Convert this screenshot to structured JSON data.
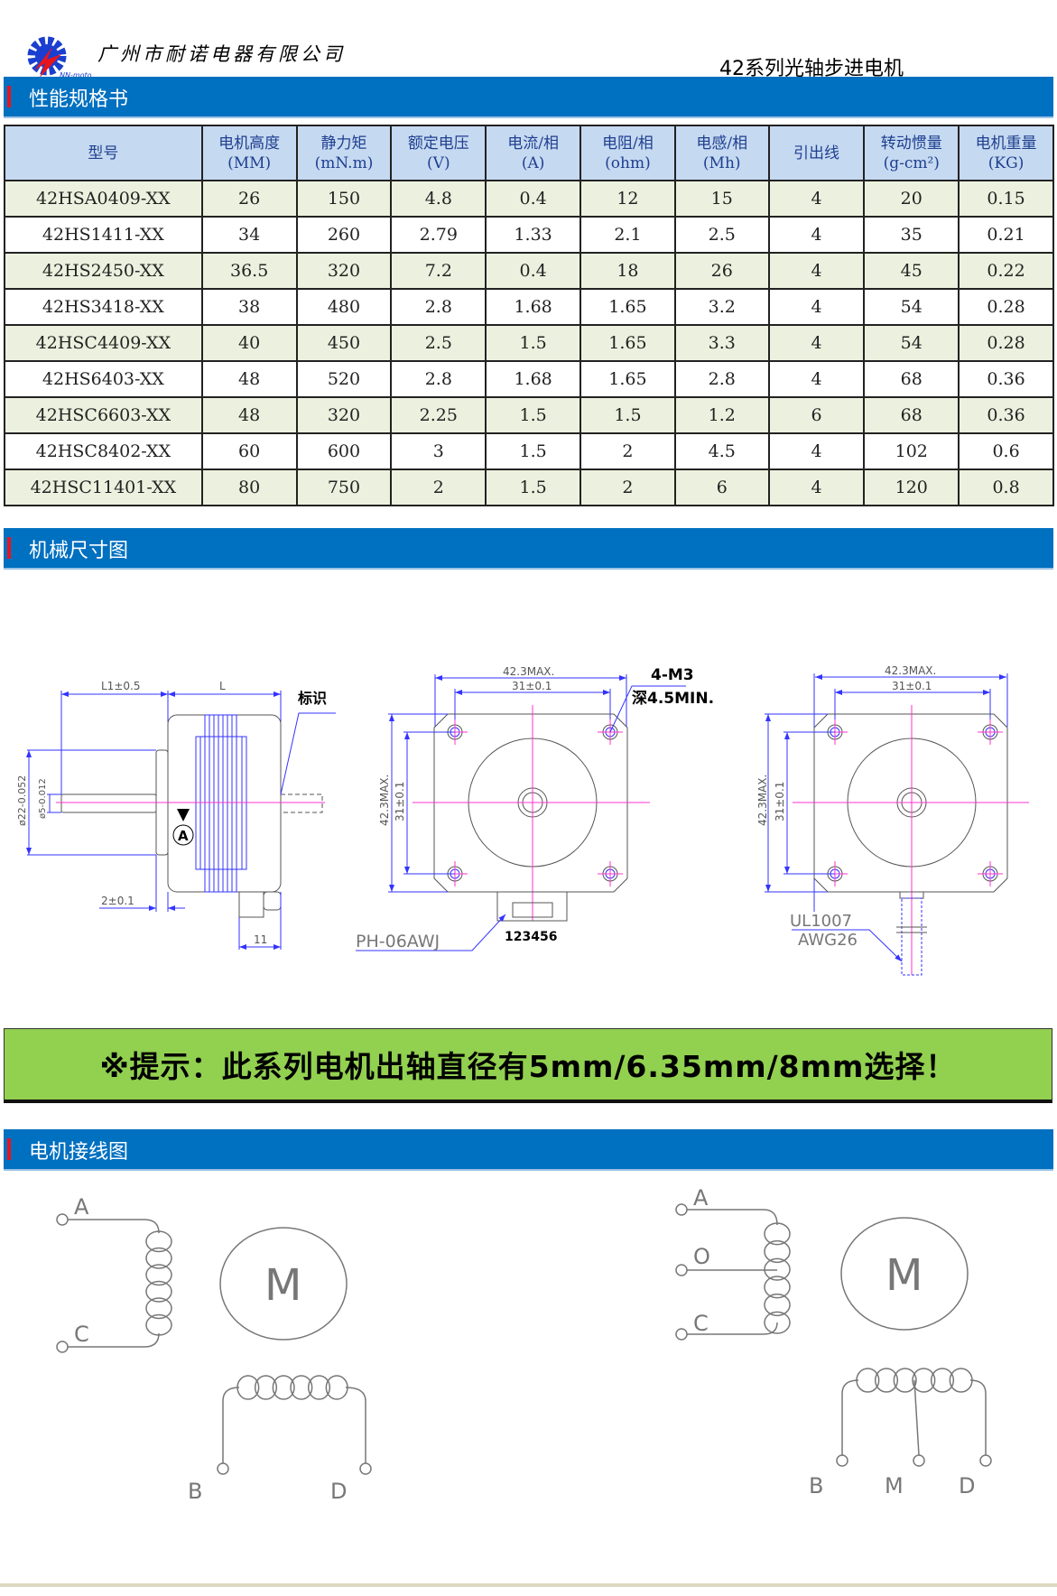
{
  "header": {
    "company": "广州市耐诺电器有限公司",
    "logo_text": "NN-motor",
    "product_title": "42系列光轴步进电机"
  },
  "sections": {
    "spec": "性能规格书",
    "dimensions": "机械尺寸图",
    "wiring": "电机接线图"
  },
  "table": {
    "headers": [
      {
        "l1": "型号",
        "l2": ""
      },
      {
        "l1": "电机高度",
        "l2": "(MM)"
      },
      {
        "l1": "静力矩",
        "l2": "(mN.m)"
      },
      {
        "l1": "额定电压",
        "l2": "(V)"
      },
      {
        "l1": "电流/相",
        "l2": "(A)"
      },
      {
        "l1": "电阻/相",
        "l2": "(ohm)"
      },
      {
        "l1": "电感/相",
        "l2": "(Mh)"
      },
      {
        "l1": "引出线",
        "l2": ""
      },
      {
        "l1": "转动惯量",
        "l2": "(g-cm²)"
      },
      {
        "l1": "电机重量",
        "l2": "(KG)"
      }
    ],
    "rows": [
      [
        "42HSA0409-XX",
        "26",
        "150",
        "4.8",
        "0.4",
        "12",
        "15",
        "4",
        "20",
        "0.15"
      ],
      [
        "42HS1411-XX",
        "34",
        "260",
        "2.79",
        "1.33",
        "2.1",
        "2.5",
        "4",
        "35",
        "0.21"
      ],
      [
        "42HS2450-XX",
        "36.5",
        "320",
        "7.2",
        "0.4",
        "18",
        "26",
        "4",
        "45",
        "0.22"
      ],
      [
        "42HS3418-XX",
        "38",
        "480",
        "2.8",
        "1.68",
        "1.65",
        "3.2",
        "4",
        "54",
        "0.28"
      ],
      [
        "42HSC4409-XX",
        "40",
        "450",
        "2.5",
        "1.5",
        "1.65",
        "3.3",
        "4",
        "54",
        "0.28"
      ],
      [
        "42HS6403-XX",
        "48",
        "520",
        "2.8",
        "1.68",
        "1.65",
        "2.8",
        "4",
        "68",
        "0.36"
      ],
      [
        "42HSC6603-XX",
        "48",
        "320",
        "2.25",
        "1.5",
        "1.5",
        "1.2",
        "6",
        "68",
        "0.36"
      ],
      [
        "42HSC8402-XX",
        "60",
        "600",
        "3",
        "1.5",
        "2",
        "4.5",
        "4",
        "102",
        "0.6"
      ],
      [
        "42HSC11401-XX",
        "80",
        "750",
        "2",
        "1.5",
        "2",
        "6",
        "4",
        "120",
        "0.8"
      ]
    ]
  },
  "drawing": {
    "side": {
      "l1": "L1±0.5",
      "l": "L",
      "mark": "标识",
      "d22": "ø22-0.052",
      "d22_top": "0",
      "d5": "ø5-0.012",
      "d5_top": "0",
      "flange": "2±0.1",
      "conn": "11",
      "a": "A"
    },
    "front": {
      "w_max": "42.3MAX.",
      "w_hole": "31±0.1",
      "h_max": "42.3MAX.",
      "h_hole": "31±0.1",
      "screw": "4-M3",
      "depth": "深4.5MIN.",
      "connector": "PH-06AWJ",
      "pins": "123456"
    },
    "back": {
      "w_max": "42.3MAX.",
      "w_hole": "31±0.1",
      "h_max": "42.3MAX.",
      "h_hole": "31±0.1",
      "wire1": "UL1007",
      "wire2": "AWG26"
    }
  },
  "tip": "※提示：此系列电机出轴直径有5mm/6.35mm/8mm选择！",
  "wiring": {
    "four": {
      "a": "A",
      "c": "C",
      "b": "B",
      "d": "D",
      "m": "M"
    },
    "six": {
      "a": "A",
      "o": "O",
      "c": "C",
      "b": "B",
      "mid": "M",
      "d": "D",
      "m": "M"
    }
  },
  "colors": {
    "band": "#0070c0",
    "band_mark": "#e8141c",
    "header_cell": "#c5d9f1",
    "row_alt": "#ebf1de",
    "tip_bg": "#92d050",
    "dim_line": "#3333ff",
    "center_line": "#ff33cc"
  }
}
